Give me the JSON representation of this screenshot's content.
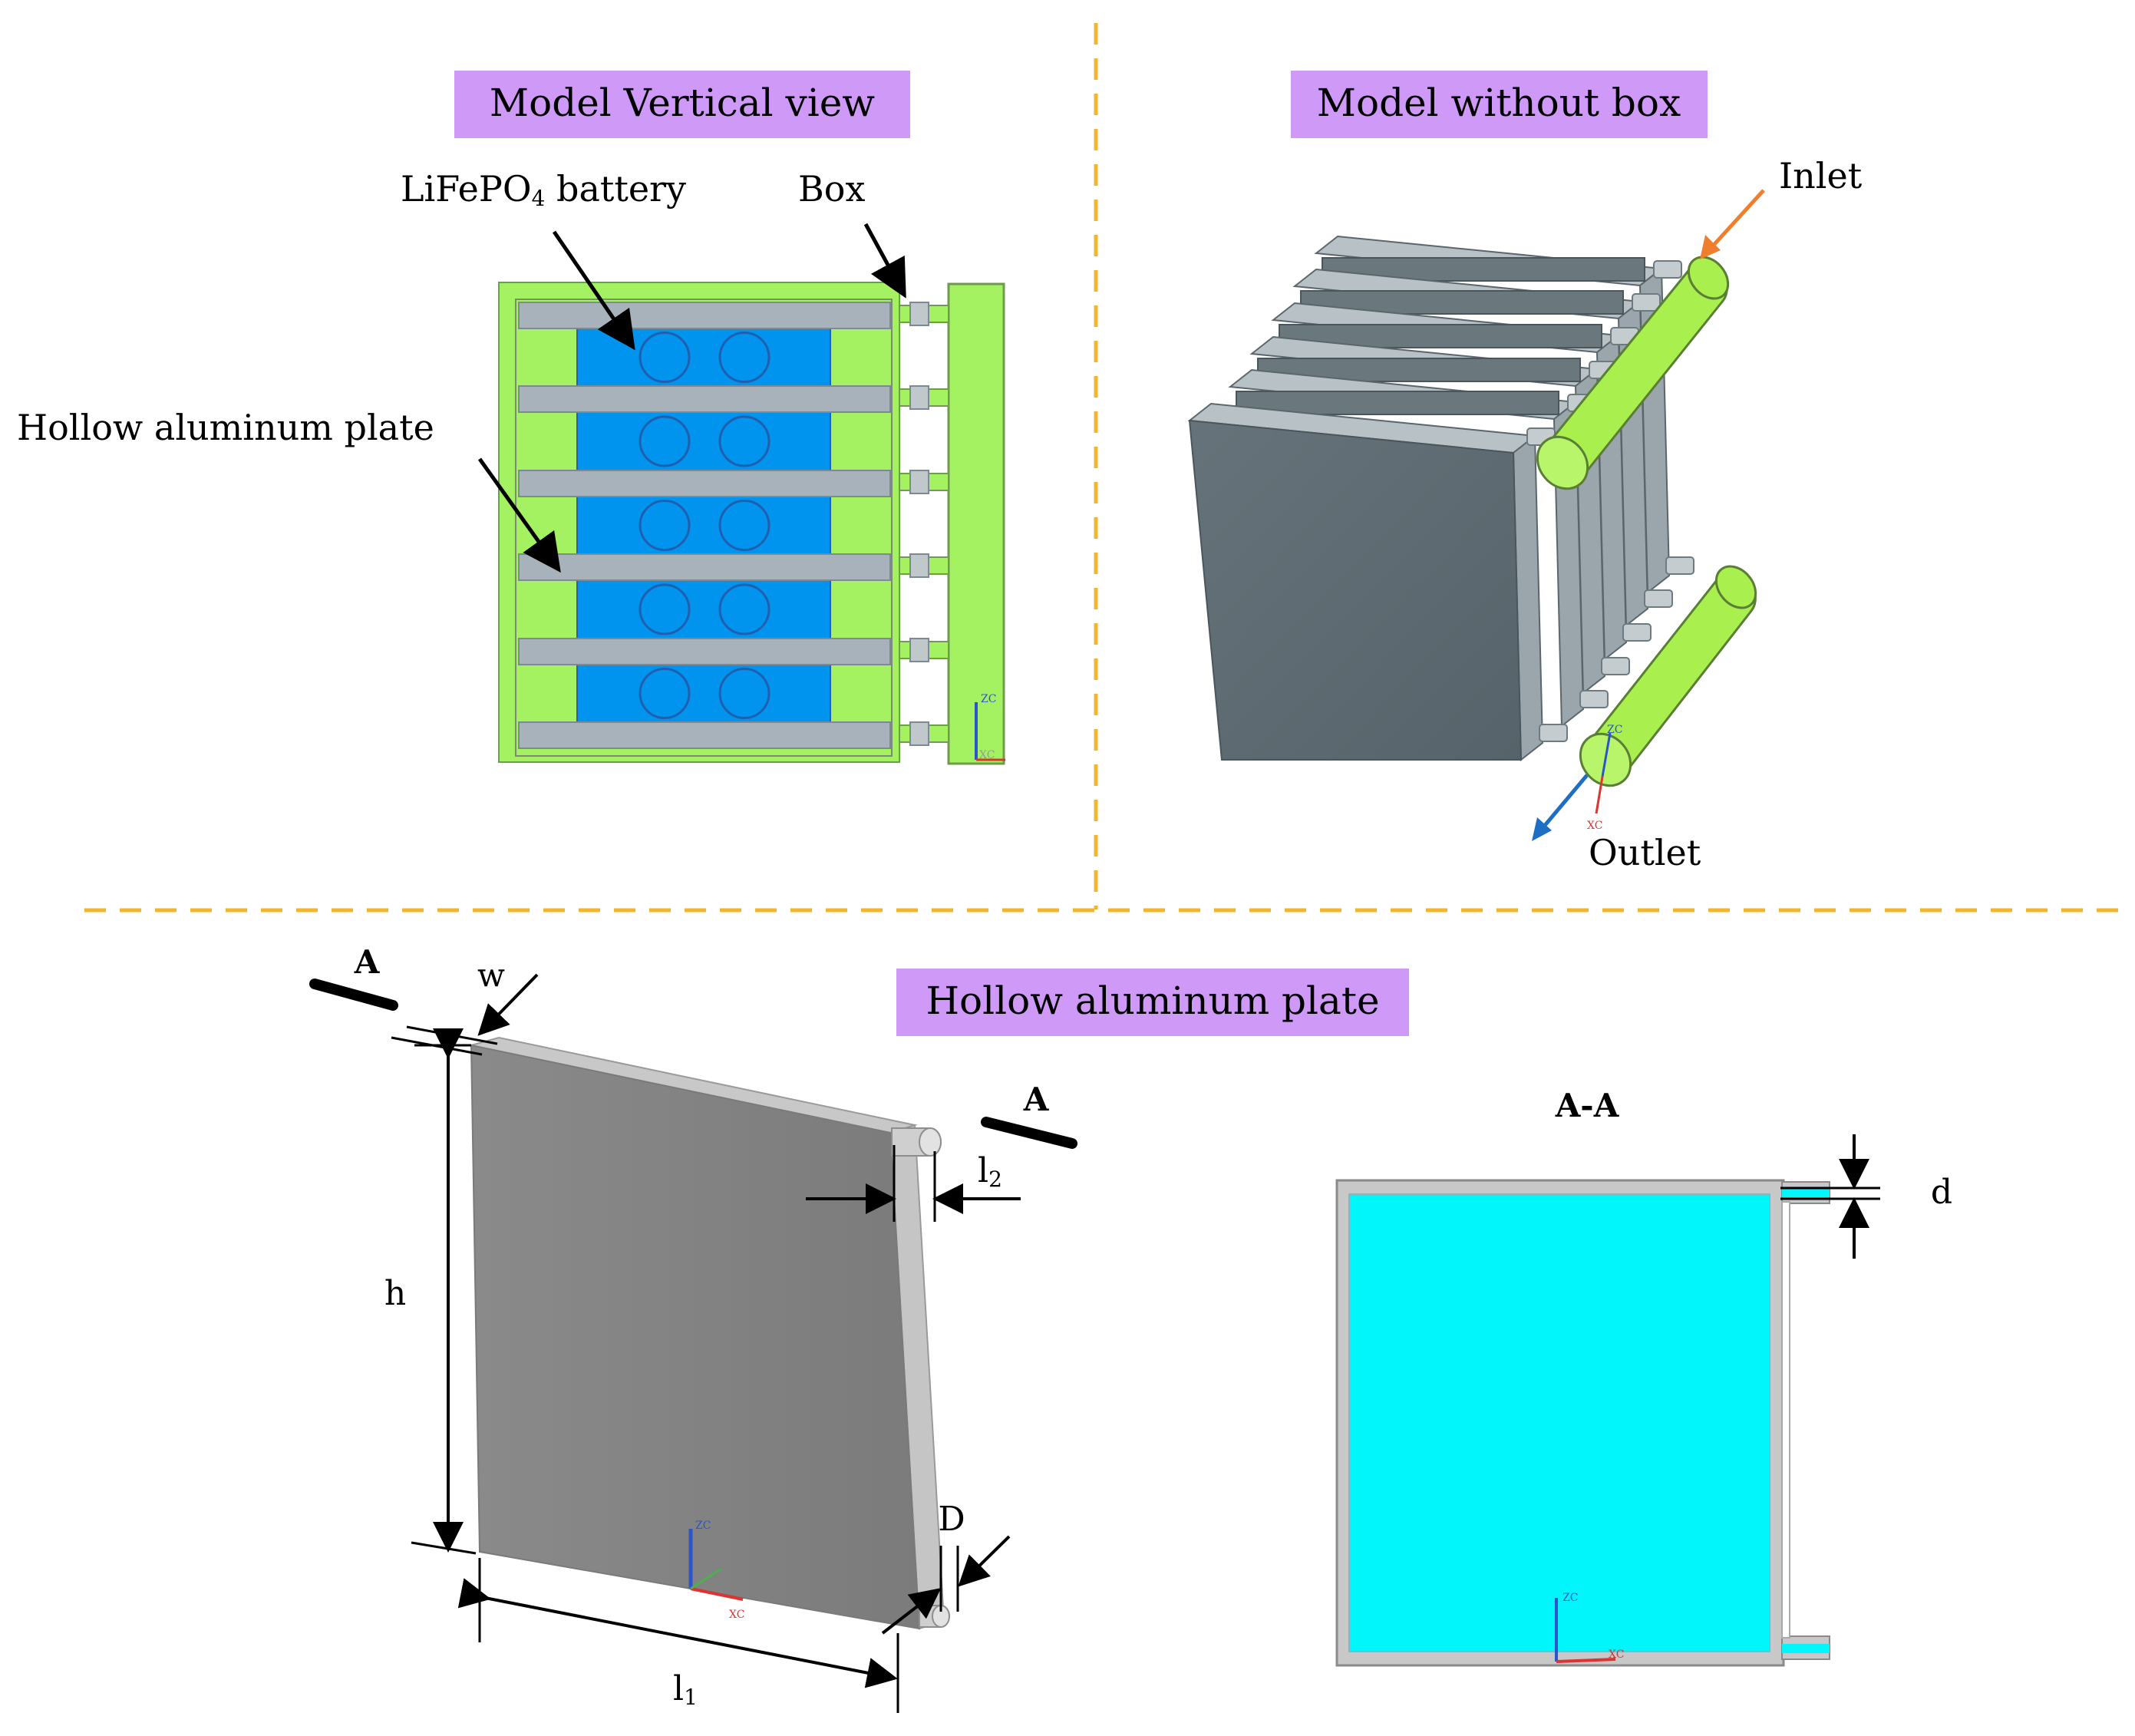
{
  "colors": {
    "divider": "#f2b530",
    "title_box": "#cf99f7",
    "battery": "#0094ee",
    "battery_outline": "#1f5fb0",
    "box_green": "#a4f262",
    "plate_gray": "#a8b2ba",
    "pipe_green": "#a9ef4e",
    "dark_plate": "#5f6c72",
    "section_fill": "#00f6fb",
    "inlet_arrow": "#ef7f2c",
    "outlet_arrow": "#1c6fc2"
  },
  "panel_top_left": {
    "title": "Model Vertical view",
    "label_battery": "LiFePO",
    "label_battery_sub": "4",
    "label_battery_rest": " battery",
    "label_box": "Box",
    "label_plate": "Hollow aluminum plate"
  },
  "panel_top_right": {
    "title": "Model without box",
    "label_inlet": "Inlet",
    "label_outlet": "Outlet"
  },
  "panel_bottom": {
    "title": "Hollow aluminum plate",
    "section_mark_left": "A",
    "section_mark_right": "A",
    "section_title": "A-A",
    "dim_w": "w",
    "dim_h": "h",
    "dim_l1_main": "l",
    "dim_l1_sub": "1",
    "dim_l2_main": "l",
    "dim_l2_sub": "2",
    "dim_D": "D",
    "dim_d": "d"
  },
  "axis_labels": {
    "z": "ZC",
    "x": "XC"
  }
}
